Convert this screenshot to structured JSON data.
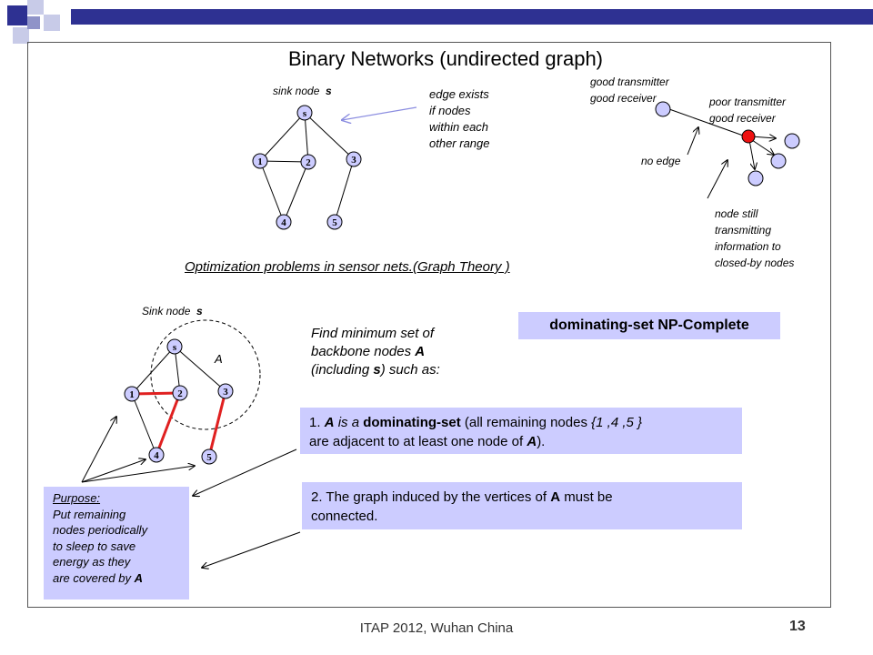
{
  "title": "Binary Networks (undirected graph)",
  "top_graph": {
    "sink_prefix": "sink node",
    "sink_symbol": "s",
    "node_labels": [
      "s",
      "1",
      "2",
      "3",
      "4",
      "5"
    ],
    "edge_note": [
      "edge exists",
      "if  nodes",
      "within each",
      "other range"
    ]
  },
  "transmit": {
    "good": [
      "good transmitter",
      "good receiver"
    ],
    "poor": [
      "poor transmitter",
      "good receiver"
    ],
    "no_edge": "no edge",
    "still": [
      "node still",
      "transmitting",
      "information to",
      "closed-by nodes"
    ]
  },
  "subtitle": "Optimization problems  in sensor nets.(Graph Theory )",
  "bottom_graph": {
    "sink_prefix": "Sink node",
    "sink_symbol": "s",
    "set_label": "A",
    "node_labels": [
      "s",
      "1",
      "2",
      "3",
      "4",
      "5"
    ]
  },
  "find": {
    "line1": "Find minimum set of",
    "line2_prefix": "backbone nodes ",
    "line2_bold": "A",
    "line3_prefix": "(including ",
    "line3_bold": "s",
    "line3_suffix": ")  such as:"
  },
  "np_label": "dominating-set  NP-Complete",
  "cond1": {
    "num": "1. ",
    "a": "A",
    "is_a": " is a ",
    "ds": "dominating-set",
    "rest": " (all remaining nodes ",
    "set": "{1 ,4 ,5 }",
    "line2_prefix": "are adjacent to at least one node of ",
    "line2_a": "A",
    "line2_suffix": ")."
  },
  "cond2": {
    "prefix": "2.  The graph induced by the vertices of ",
    "a": "A",
    "suffix": " must be",
    "line2": "connected."
  },
  "purpose": {
    "head": "Purpose:",
    "lines": [
      "Put remaining",
      "nodes periodically",
      "to sleep to save",
      "energy as they"
    ],
    "last_prefix": "are covered by ",
    "last_bold": "A"
  },
  "footer": "ITAP 2012, Wuhan China",
  "page_number": "13",
  "colors": {
    "accent": "#2e3192",
    "box": "#ccccff",
    "red_edge": "#e02020",
    "node_fill": "#ccccff",
    "red_node": "#ee1111"
  }
}
